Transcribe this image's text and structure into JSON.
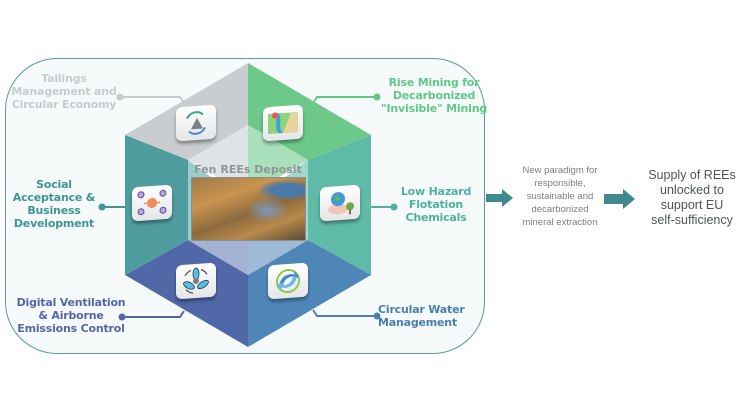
{
  "diagram": {
    "center": {
      "title": "Fen REEs Deposit",
      "image": "aerial-map-of-deposit"
    },
    "segments": [
      {
        "id": "tailings",
        "lines": [
          "Tailings",
          "Management and",
          "Circular Economy"
        ],
        "color": "#c9cdd0",
        "label_color": "#c6cbce",
        "icon": "recycle-mountain-icon"
      },
      {
        "id": "rise-mining",
        "lines": [
          "Rise Mining for",
          "Decarbonized",
          "\"Invisible\" Mining"
        ],
        "color": "#6cc98a",
        "label_color": "#5fca85",
        "icon": "terrain-map-icon"
      },
      {
        "id": "flotation",
        "lines": [
          "Low Hazard",
          "Flotation",
          "Chemicals"
        ],
        "color": "#5dbba6",
        "label_color": "#4db3a0",
        "icon": "earth-hand-tree-icon"
      },
      {
        "id": "water",
        "lines": [
          "Circular Water",
          "Management"
        ],
        "color": "#4f86b8",
        "label_color": "#4a7fb3",
        "icon": "water-cycle-icon"
      },
      {
        "id": "ventilation",
        "lines": [
          "Digital Ventilation",
          "& Airborne",
          "Emissions Control"
        ],
        "color": "#4e6aa8",
        "label_color": "#5367a8",
        "icon": "fan-icon"
      },
      {
        "id": "social",
        "lines": [
          "Social",
          "Acceptance &",
          "Business",
          "Development"
        ],
        "color": "#4f9b9e",
        "label_color": "#3e9596",
        "icon": "people-network-icon"
      }
    ]
  },
  "flow": {
    "paradigm_lines": [
      "New paradigm for",
      "responsible,",
      "sustainable and",
      "decarbonized",
      "mineral extraction"
    ],
    "outcome_lines": [
      "Supply of REEs",
      "unlocked to",
      "support EU",
      "self-sufficiency"
    ],
    "arrow_color": "#3e8a8e"
  }
}
